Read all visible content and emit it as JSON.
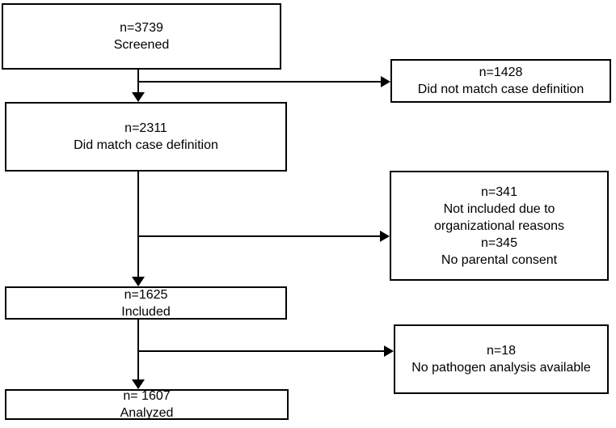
{
  "diagram": {
    "type": "flowchart",
    "background_color": "#ffffff",
    "line_color": "#000000",
    "boxes": {
      "screened": {
        "lines": [
          "n=3739",
          "Screened"
        ]
      },
      "not_matched": {
        "lines": [
          "n=1428",
          "Did not match case definition"
        ]
      },
      "matched": {
        "lines": [
          "n=2311",
          "Did match case definition"
        ]
      },
      "org_reasons": {
        "lines": [
          "n=341",
          "Not included due to",
          "organizational reasons",
          "n=345",
          "No parental consent"
        ]
      },
      "included": {
        "lines": [
          "n=1625",
          "Included"
        ]
      },
      "no_pathogen": {
        "lines": [
          "n=18",
          "No pathogen analysis available"
        ]
      },
      "analyzed": {
        "lines": [
          "n= 1607",
          "Analyzed"
        ]
      }
    },
    "arrows": [
      {
        "from": "screened",
        "to": "matched",
        "direction": "down"
      },
      {
        "from": "screened",
        "to": "not_matched",
        "direction": "right"
      },
      {
        "from": "matched",
        "to": "included",
        "direction": "down"
      },
      {
        "from": "matched",
        "to": "org_reasons",
        "direction": "right"
      },
      {
        "from": "included",
        "to": "analyzed",
        "direction": "down"
      },
      {
        "from": "included",
        "to": "no_pathogen",
        "direction": "right"
      }
    ]
  }
}
